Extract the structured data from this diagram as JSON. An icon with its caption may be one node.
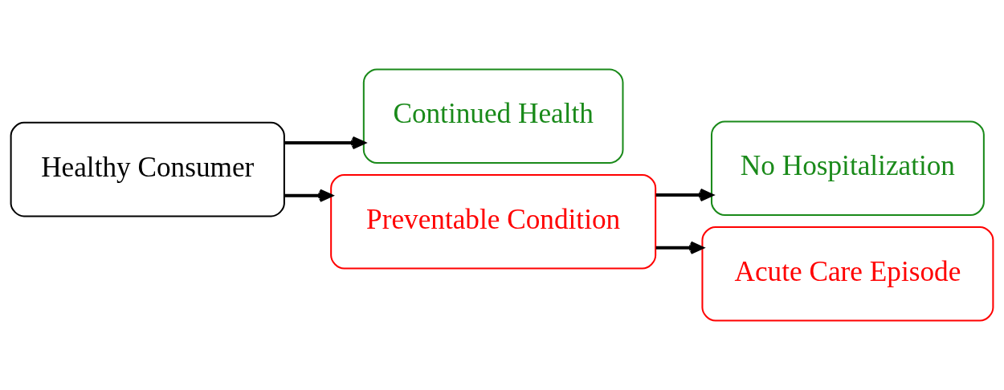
{
  "diagram": {
    "nodes": [
      {
        "text": [
          "Healthy Consumer"
        ]
      },
      {
        "text": [
          "Continued Health"
        ]
      },
      {
        "text": [
          "Preventable Condition"
        ]
      },
      {
        "text": [
          "No Hospitalization"
        ]
      },
      {
        "text": [
          "Acute Care Episode"
        ]
      }
    ],
    "edges": [
      {
        "from": 0,
        "to": 1,
        "arrow": "to"
      },
      {
        "from": 0,
        "to": 2,
        "arrow": "to"
      },
      {
        "from": 2,
        "to": 3,
        "arrow": "to"
      },
      {
        "from": 2,
        "to": 4,
        "arrow": "to"
      }
    ]
  }
}
